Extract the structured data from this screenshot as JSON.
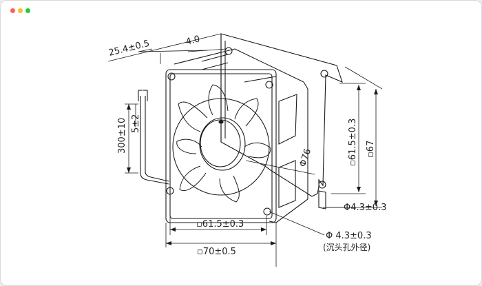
{
  "window": {
    "controls": [
      {
        "name": "close",
        "color": "#ff5f57"
      },
      {
        "name": "minimize",
        "color": "#febc2e"
      },
      {
        "name": "zoom",
        "color": "#28c840"
      }
    ]
  },
  "drawing": {
    "line_color": "#1a1a1a",
    "dims": {
      "depth": "25.4±0.5",
      "flange": "4.0",
      "lead_length": "300±10",
      "strip_length": "5±2",
      "hole_spacing_v": "▫61.5±0.3",
      "frame_height": "▫67",
      "hub_diameter": "Φ76",
      "mount_hole_right": "Φ4.3±0.3",
      "hole_spacing_h": "▫61.5±0.3",
      "mount_hole_bottom": "Φ 4.3±0.3",
      "countersink_note": "(沉头孔外径)",
      "frame_width": "▫70±0.5"
    }
  }
}
